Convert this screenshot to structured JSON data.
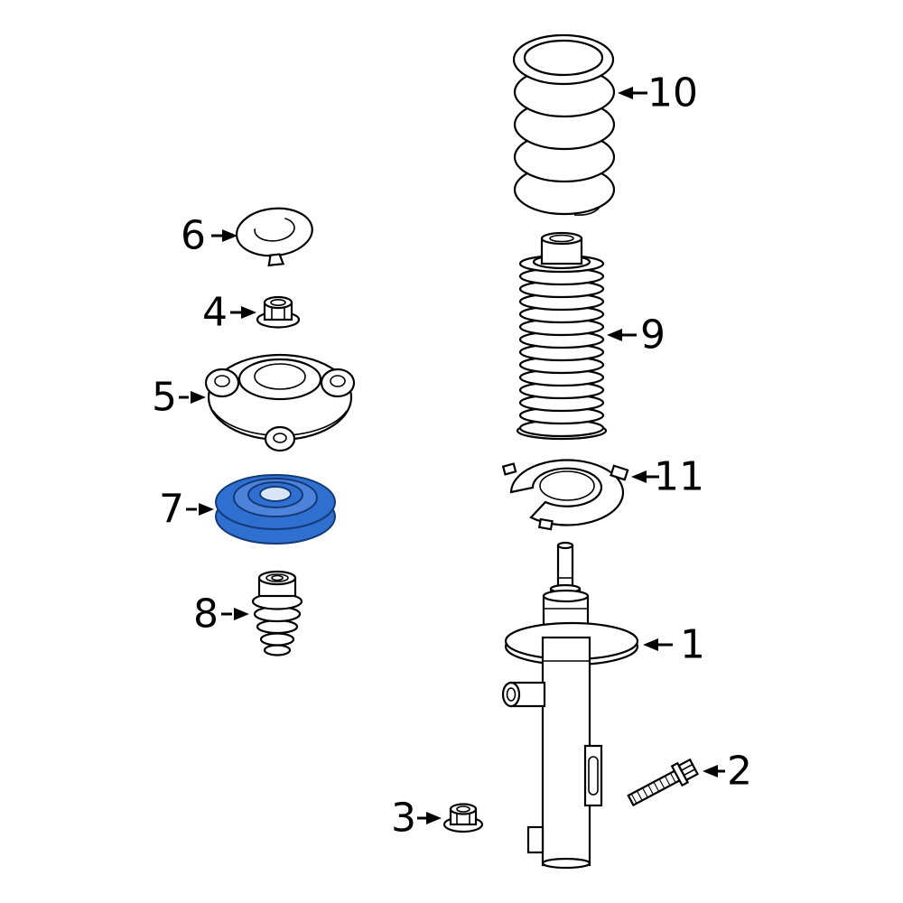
{
  "diagram": {
    "subject": "Exploded parts diagram of a front suspension strut, coil spring and mount assembly",
    "highlighted_callout": "7",
    "background": "#ffffff"
  },
  "colors": {
    "line": "#000000",
    "highlight_fill": "#2e6fd0",
    "highlight_mid": "#4d83da",
    "highlight_light": "#d8e6f8",
    "highlight_stroke": "#143a78"
  },
  "callouts": {
    "c1": "1",
    "c2": "2",
    "c3": "3",
    "c4": "4",
    "c5": "5",
    "c6": "6",
    "c7": "7",
    "c8": "8",
    "c9": "9",
    "c10": "10",
    "c11": "11"
  }
}
